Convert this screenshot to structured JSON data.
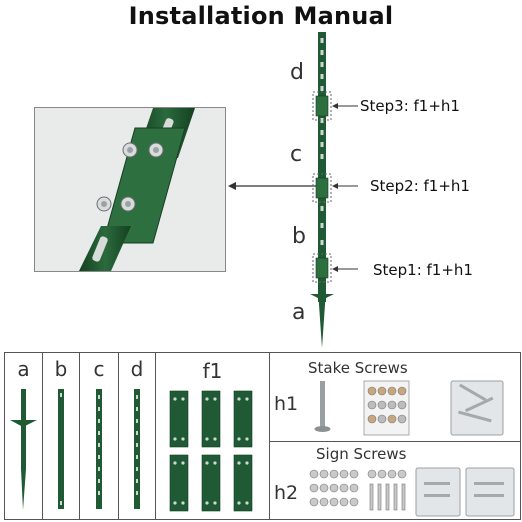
{
  "title": "Installation Manual",
  "post_letters": {
    "d": "d",
    "c": "c",
    "b": "b",
    "a": "a"
  },
  "steps": [
    {
      "label": "Step3: f1+h1"
    },
    {
      "label": "Step2: f1+h1"
    },
    {
      "label": "Step1: f1+h1"
    }
  ],
  "parts": [
    {
      "label": "a"
    },
    {
      "label": "b"
    },
    {
      "label": "c"
    },
    {
      "label": "d"
    },
    {
      "label": "f1"
    }
  ],
  "hardware": {
    "h1": {
      "label": "h1",
      "header": "Stake Screws"
    },
    "h2": {
      "label": "h2",
      "header": "Sign Screws"
    }
  },
  "colors": {
    "post_green": "#1f5a35",
    "post_dark": "#143d24",
    "panel_border": "#555555",
    "zoom_bg": "#e9ebea"
  }
}
